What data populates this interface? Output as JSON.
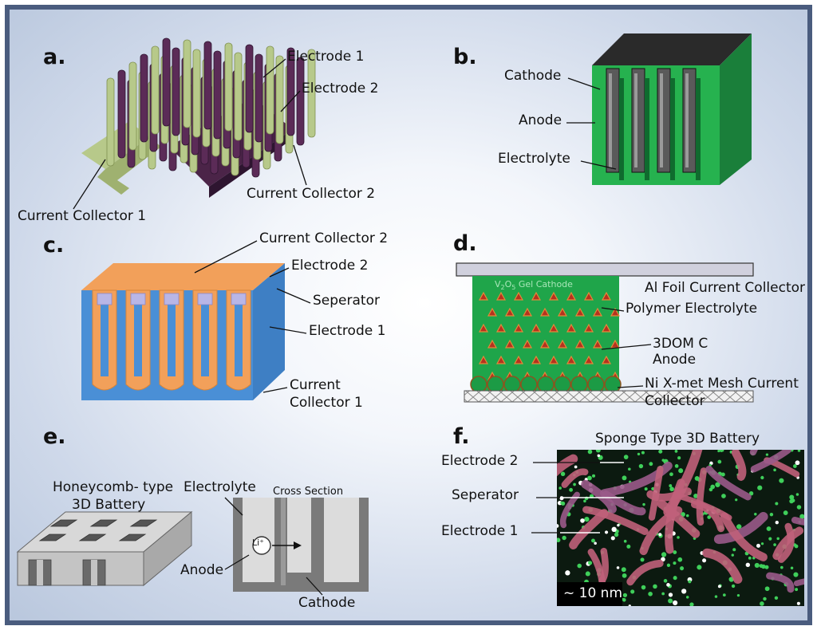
{
  "panels": {
    "a": {
      "letter": "a.",
      "electrode_1": "Electrode 1",
      "electrode_2": "Electrode 2",
      "current_collector_2": "Current Collector 2",
      "current_collector_1": "Current Collector 1"
    },
    "b": {
      "letter": "b.",
      "cathode": "Cathode",
      "anode": "Anode",
      "electrolyte": "Electrolyte"
    },
    "c": {
      "letter": "c.",
      "current_collector_2": "Current Collector 2",
      "electrode_2": "Electrode 2",
      "seperator": "Seperator",
      "electrode_1": "Electrode 1",
      "current_collector_1_line1": "Current",
      "current_collector_1_line2": "Collector 1"
    },
    "d": {
      "letter": "d.",
      "cathode_text": "V2O5 Gel Cathode",
      "al_foil": "Al Foil Current Collector",
      "polymer_electrolyte": "Polymer Electrolyte",
      "anode_line1": "3DOM C",
      "anode_line2": "Anode",
      "mesh_line1": "Ni X-met Mesh Current",
      "mesh_line2": "Collector"
    },
    "e": {
      "letter": "e.",
      "title_line1": "Honeycomb- type",
      "title_line2": "3D Battery",
      "electrolyte": "Electrolyte",
      "cross_section": "Cross Section",
      "anode": "Anode",
      "cathode": "Cathode",
      "ion": "Li⁺"
    },
    "f": {
      "letter": "f.",
      "title": "Sponge Type 3D Battery",
      "electrode_2": "Electrode 2",
      "seperator": "Seperator",
      "electrode_1": "Electrode 1",
      "scale": "~ 10 nm"
    }
  },
  "colors": {
    "frame": "#4a5c7e",
    "collector_1": "#b7c98a",
    "collector_2": "#4b2448",
    "green": "#1fa54a",
    "orange": "#f2a05a",
    "blue": "#4a8fd6",
    "grey": "#9a9a9a"
  }
}
